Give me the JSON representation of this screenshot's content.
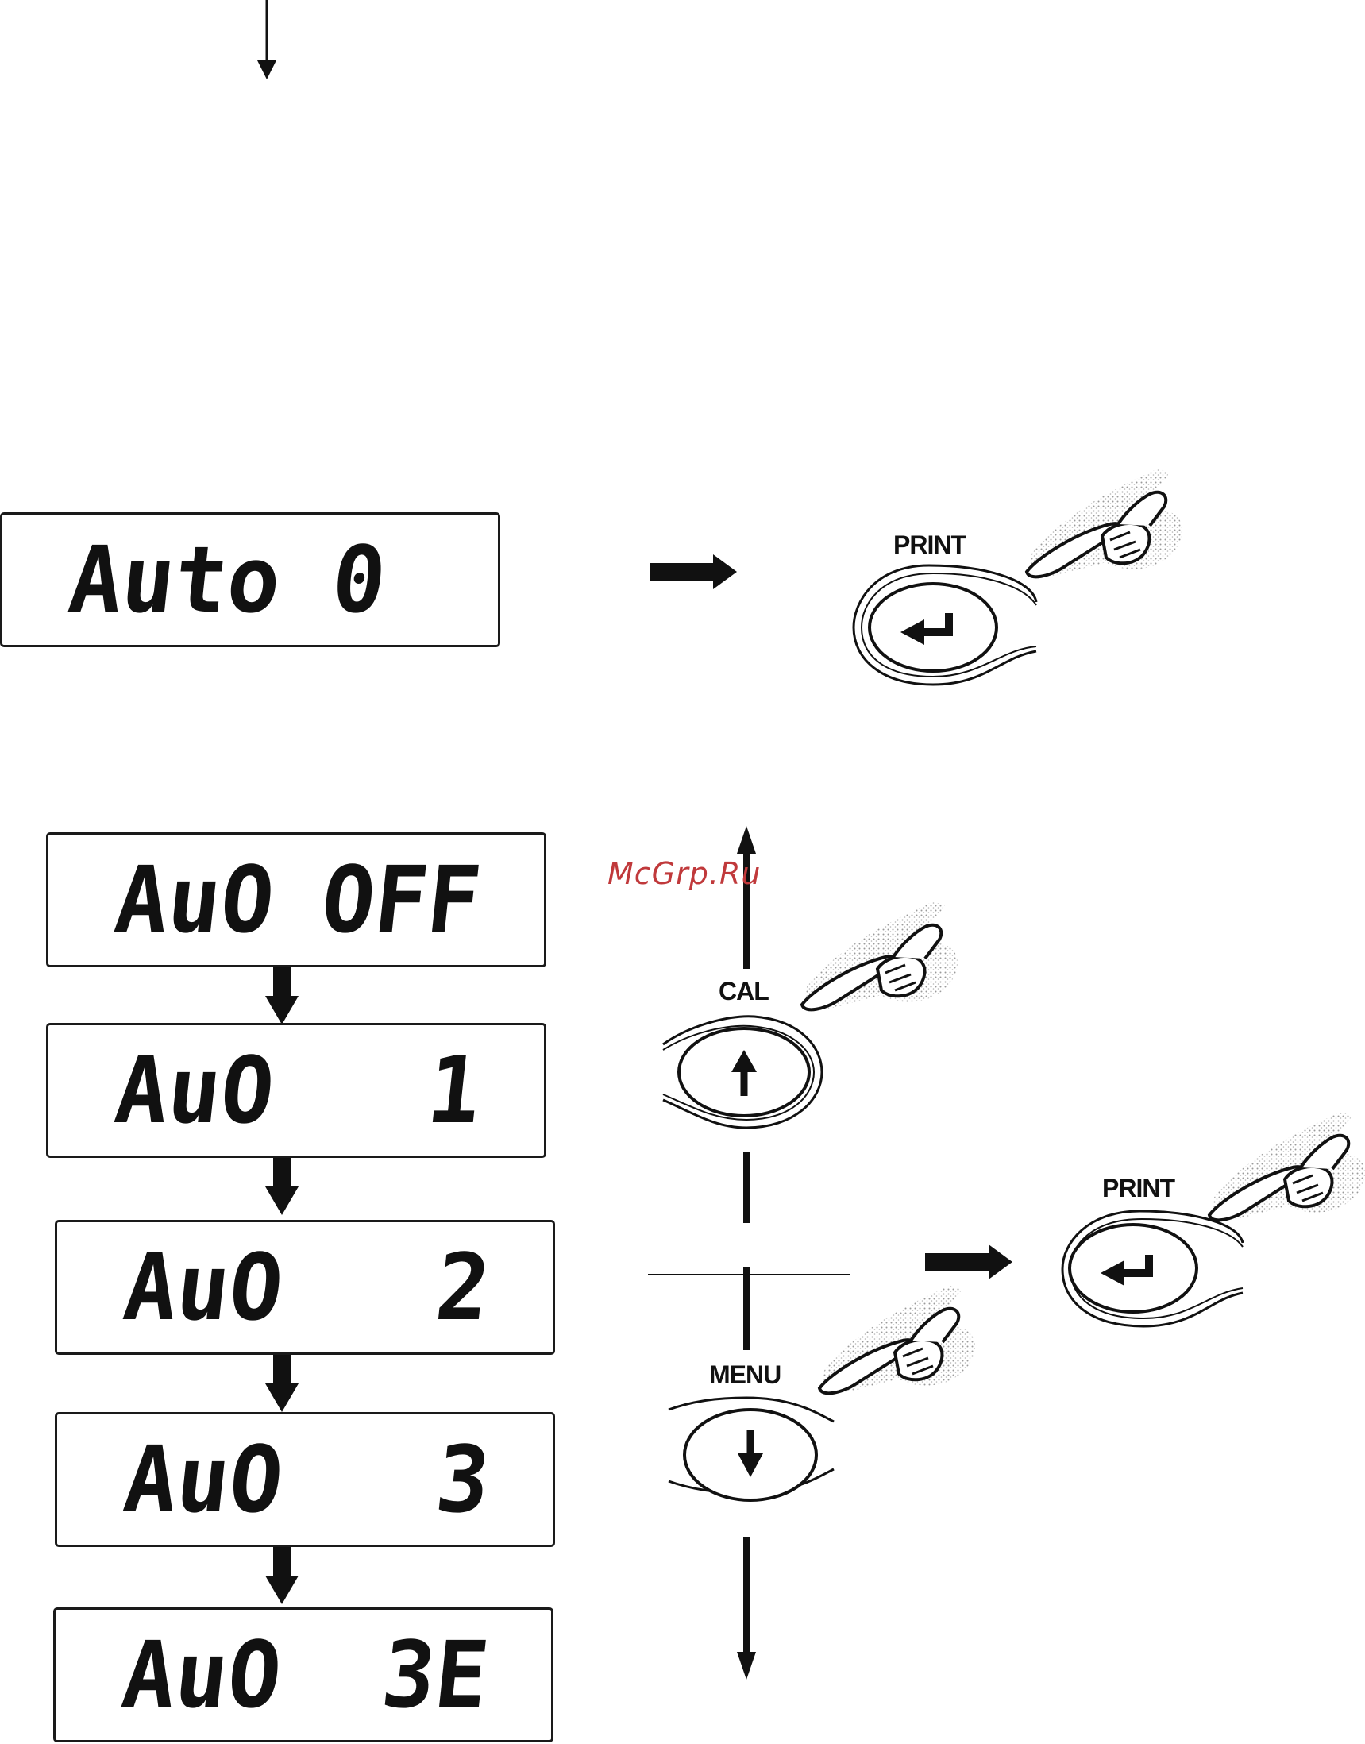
{
  "displays": {
    "auto0": "Auto 0",
    "options": [
      {
        "left": "AuO",
        "right": "OFF"
      },
      {
        "left": "AuO",
        "right": "1"
      },
      {
        "left": "AuO",
        "right": "2"
      },
      {
        "left": "AuO",
        "right": "3"
      },
      {
        "left": "AuO",
        "right": "3E"
      }
    ]
  },
  "keys": {
    "print_top": "PRINT",
    "cal": "CAL",
    "print_right": "PRINT",
    "menu": "MENU"
  },
  "watermark": "McGrp.Ru",
  "icons": {
    "enter": "enter-arrow-icon",
    "up": "up-arrow-icon",
    "down": "down-arrow-icon",
    "hand": "pointing-hand-icon"
  },
  "colors": {
    "ink": "#111111",
    "watermark": "#c0393b"
  }
}
